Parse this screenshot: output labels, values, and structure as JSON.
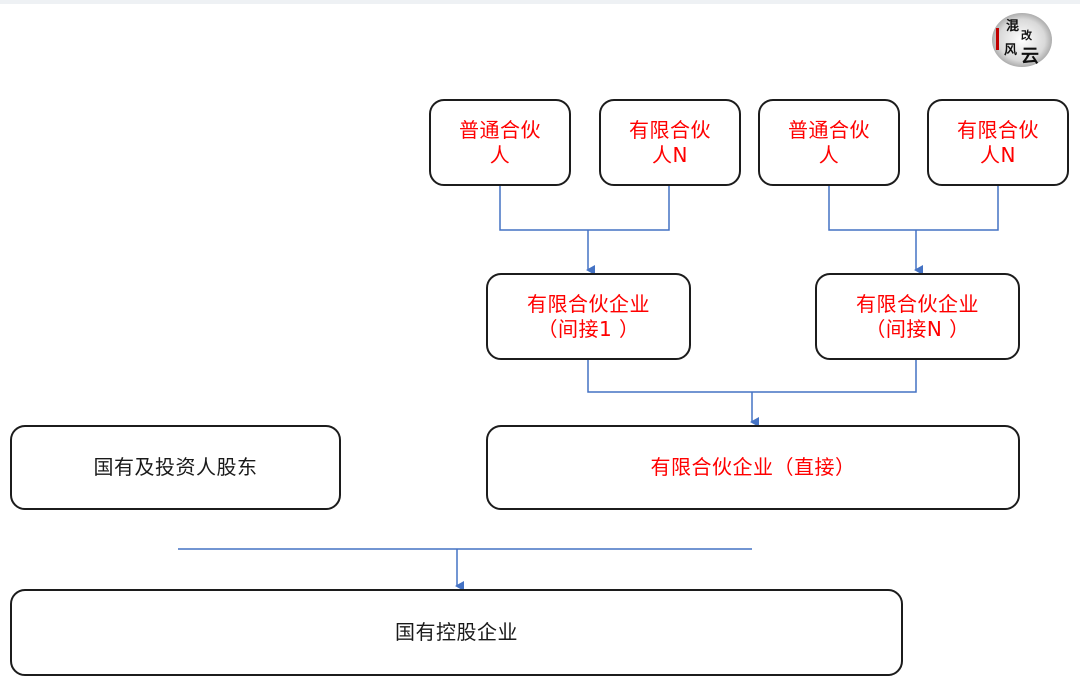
{
  "logo": {
    "text": "混改风云",
    "icon": "seal-logo"
  },
  "nodes": {
    "partner_general_1": "普通合伙\n人",
    "partner_limited_1": "有限合伙\n人N",
    "partner_general_2": "普通合伙\n人",
    "partner_limited_2": "有限合伙\n人N",
    "lp_indirect_1": "有限合伙企业\n（间接1 ）",
    "lp_indirect_n": "有限合伙企业\n（间接N ）",
    "state_investors": "国有及投资人股东",
    "lp_direct": "有限合伙企业（直接）",
    "state_holding": "国有控股企业"
  },
  "colors": {
    "partner_text": "#ff0000",
    "plain_text": "#1a1a1a",
    "connector": "#4472c4",
    "border": "#1c1c1c"
  }
}
